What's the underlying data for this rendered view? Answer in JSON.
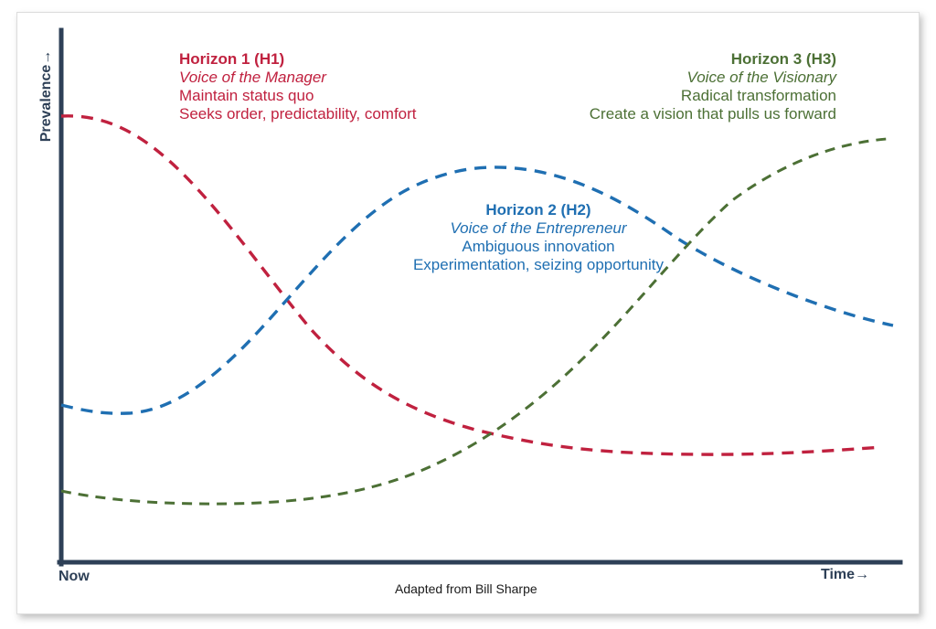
{
  "axes": {
    "y_label": "Prevalence→",
    "x_label": "Time→",
    "origin_label": "Now",
    "axis_color": "#2E4057"
  },
  "caption": "Adapted from Bill Sharpe",
  "horizons": [
    {
      "id": "h1",
      "title": "Horizon 1 (H1)",
      "voice": "Voice of the Manager",
      "line1": "Maintain status quo",
      "line2": "Seeks order, predictability, comfort",
      "color": "#C0213F"
    },
    {
      "id": "h2",
      "title": "Horizon 2 (H2)",
      "voice": "Voice of the Entrepreneur",
      "line1": "Ambiguous innovation",
      "line2": "Experimentation, seizing opportunity",
      "color": "#1F6FB2"
    },
    {
      "id": "h3",
      "title": "Horizon 3 (H3)",
      "voice": "Voice of the Visionary",
      "line1": "Radical transformation",
      "line2": "Create a vision that pulls us forward",
      "color": "#4C7035"
    }
  ],
  "chart_data": {
    "type": "line",
    "title": "",
    "xlabel": "Time→",
    "ylabel": "Prevalence→",
    "grid": false,
    "legend": "inline-annotations",
    "xlim": [
      0,
      100
    ],
    "ylim": [
      0,
      100
    ],
    "note": "Three Horizons framework: H1 declining, H2 rising then falling, H3 rising.",
    "x": [
      0,
      7,
      14,
      21,
      28,
      36,
      43,
      50,
      57,
      64,
      71,
      79,
      86,
      93,
      100
    ],
    "series": [
      {
        "name": "Horizon 1 (H1)",
        "color": "#C0213F",
        "dashed": true,
        "values": [
          88,
          88,
          85,
          79,
          71,
          61,
          51,
          41,
          33,
          26,
          21,
          17,
          15,
          13,
          12
        ]
      },
      {
        "name": "Horizon 2 (H2)",
        "color": "#1F6FB2",
        "dashed": true,
        "values": [
          24,
          22,
          23,
          28,
          37,
          50,
          62,
          72,
          77,
          75,
          69,
          60,
          51,
          43,
          37
        ]
      },
      {
        "name": "Horizon 3 (H3)",
        "color": "#4C7035",
        "dashed": true,
        "values": [
          10,
          9,
          9,
          9,
          10,
          12,
          16,
          22,
          31,
          43,
          56,
          69,
          79,
          86,
          90
        ]
      }
    ]
  }
}
